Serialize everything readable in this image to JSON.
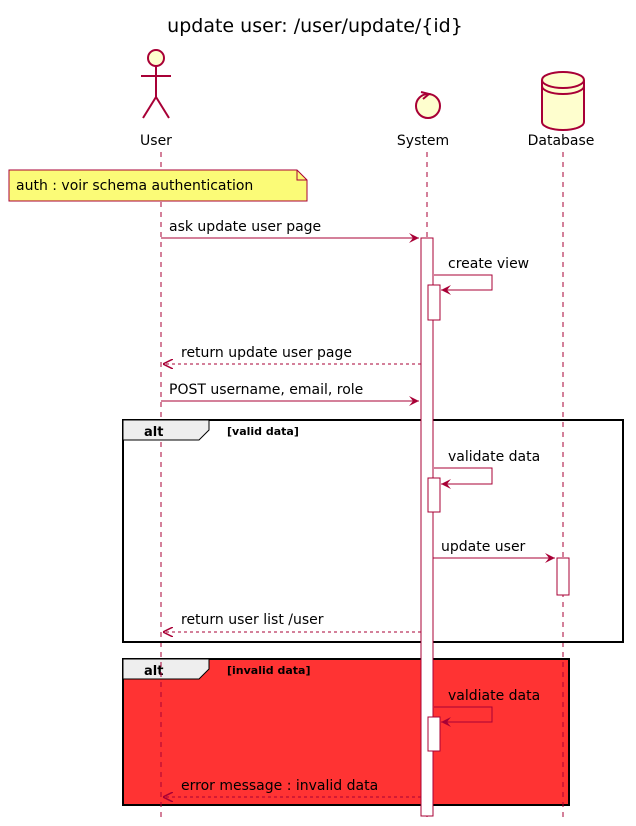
{
  "title": "update user: /user/update/{id}",
  "participants": {
    "user": "User",
    "system": "System",
    "database": "Database"
  },
  "note": "auth : voir schema authentication",
  "messages": {
    "m1": "ask update user page",
    "m2": "create view",
    "m3": "return update user page",
    "m4": "POST username, email, role",
    "m5": "validate data",
    "m6": "update user",
    "m7": "return user list /user",
    "m8": "valdiate data",
    "m9": "error message : invalid data"
  },
  "fragments": {
    "valid": {
      "keyword": "alt",
      "guard": "[valid data]"
    },
    "invalid": {
      "keyword": "alt",
      "guard": "[invalid data]"
    }
  },
  "colors": {
    "line": "#A80036",
    "note_fill": "#FBFB77",
    "invalid_fill": "#FF3333",
    "participant_fill": "#FEFECE"
  }
}
